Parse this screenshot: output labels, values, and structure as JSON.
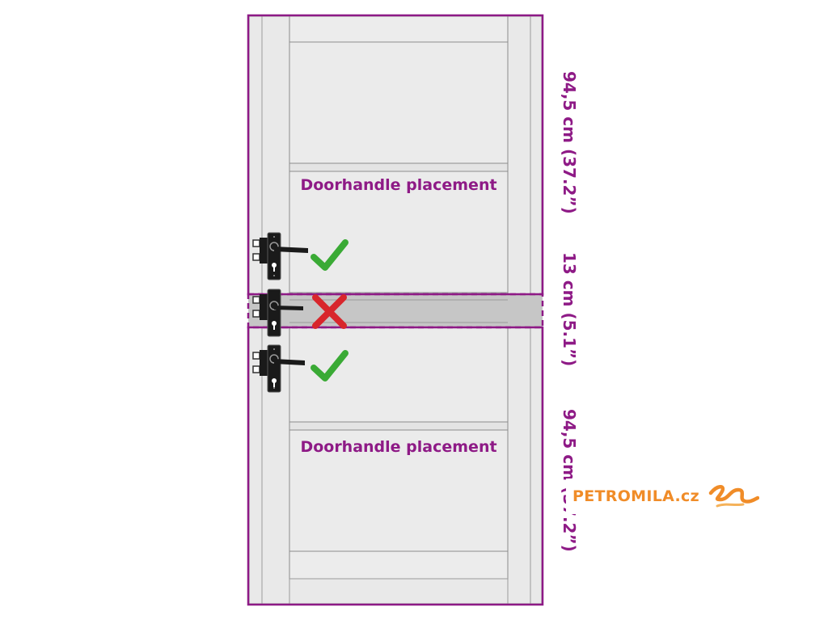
{
  "diagram": {
    "placement_label_top": "Doorhandle placement",
    "placement_label_bottom": "Doorhandle placement",
    "dimension_top": "94,5 cm (37.2”)",
    "dimension_middle": "13 cm (5.1”)",
    "dimension_bottom": "94,5 cm (37.2”)",
    "handle_status": [
      "ok",
      "not-allowed",
      "ok"
    ]
  },
  "watermark": {
    "text": "PETROMILA.cz",
    "logo_icon": "orange-swirl-logo"
  },
  "colors": {
    "frame": "#8e1a86",
    "door_fill": "#e8e8e8",
    "door_line": "#9a9a9a",
    "band_fill": "#c8c8c8",
    "check": "#3aaa35",
    "cross": "#d8262c",
    "handle": "#1a1a1a",
    "brand": "#f08c28"
  }
}
